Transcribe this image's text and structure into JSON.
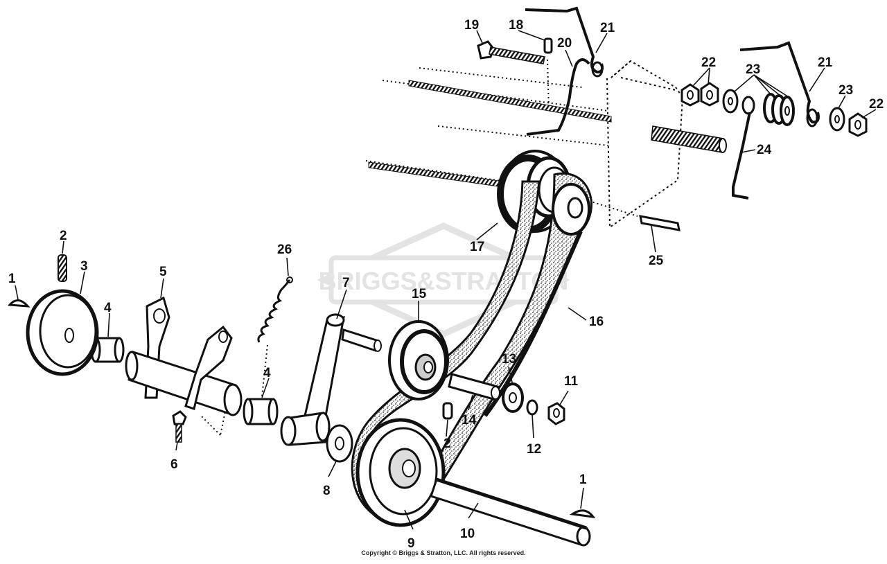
{
  "watermark": {
    "text": "BRIGGS&STRATTON"
  },
  "copyright": "Copyright © Briggs & Stratton, LLC. All rights reserved.",
  "callouts": {
    "c1a": "1",
    "c1b": "1",
    "c2a": "2",
    "c2b": "2",
    "c3": "3",
    "c4a": "4",
    "c4b": "4",
    "c5": "5",
    "c6": "6",
    "c7": "7",
    "c8": "8",
    "c9": "9",
    "c10": "10",
    "c11": "11",
    "c12": "12",
    "c13": "13",
    "c14": "14",
    "c15": "15",
    "c16": "16",
    "c17": "17",
    "c18": "18",
    "c19": "19",
    "c20": "20",
    "c21a": "21",
    "c21b": "21",
    "c22a": "22",
    "c22b": "22",
    "c23a": "23",
    "c23b": "23",
    "c24": "24",
    "c25": "25",
    "c26": "26"
  }
}
